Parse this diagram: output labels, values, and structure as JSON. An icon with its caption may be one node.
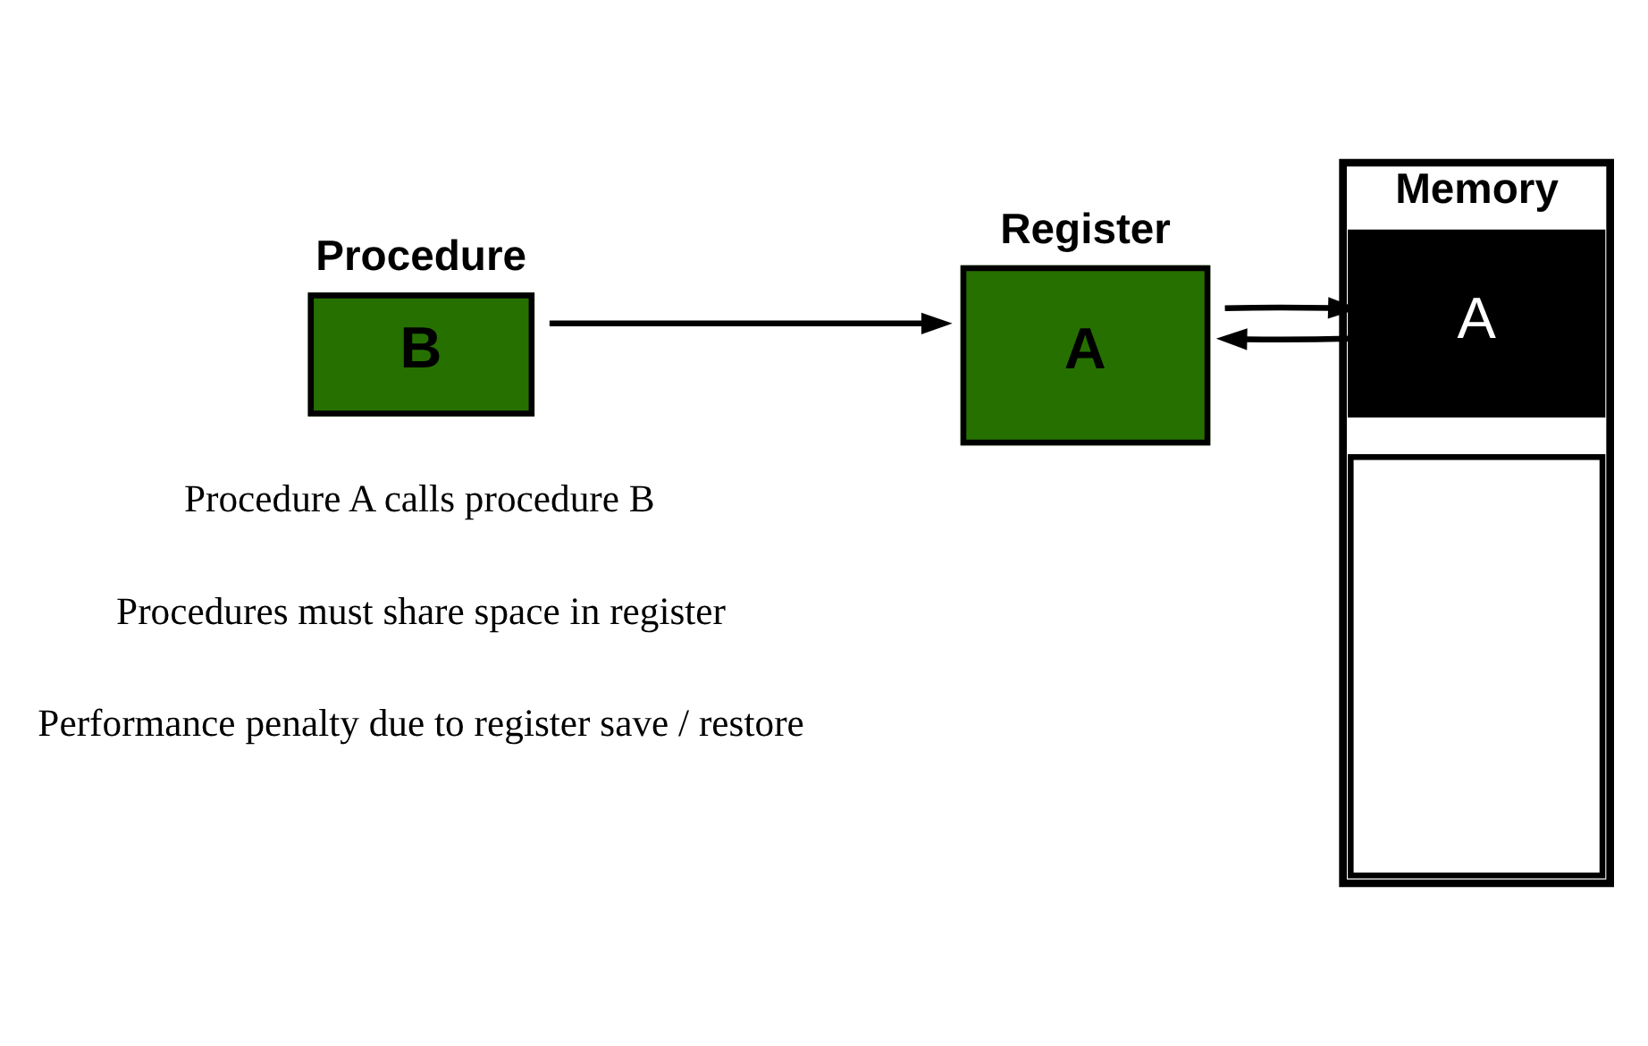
{
  "diagram": {
    "nodes": [
      {
        "text": [
          "Procedure",
          "B"
        ]
      },
      {
        "text": [
          "Register",
          "A"
        ]
      },
      {
        "text": [
          "Memory"
        ]
      },
      {
        "text": [
          "A"
        ],
        "in": 2
      },
      {
        "text": [],
        "shape": "box",
        "in": 2
      }
    ],
    "edges": [
      {
        "from": 0,
        "to": 1,
        "arrow": "to"
      },
      {
        "from": 1,
        "to": 3,
        "arrow": "to"
      },
      {
        "from": 3,
        "to": 1,
        "arrow": "to"
      }
    ],
    "labels": [
      "Procedure A calls procedure B",
      "Procedures must share space in register",
      "Performance penalty due to register save / restore"
    ]
  }
}
